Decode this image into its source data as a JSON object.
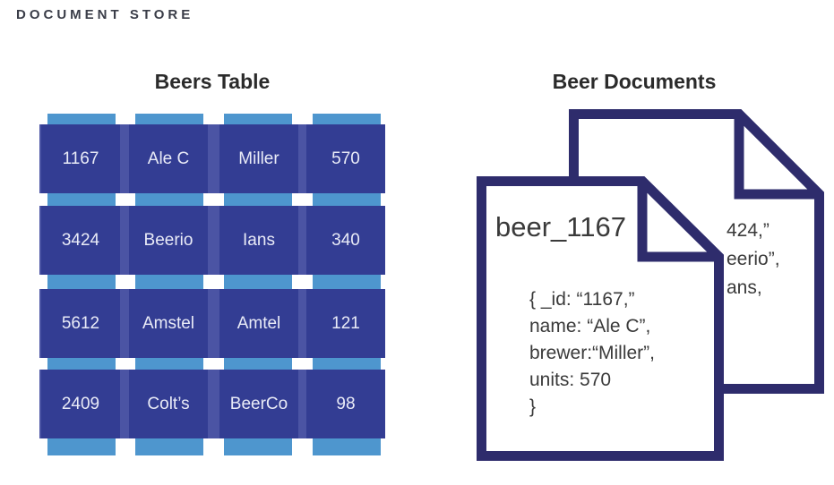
{
  "title": "DOCUMENT STORE",
  "colors": {
    "strip_blue": "#4e96ce",
    "band_indigo": "#4b54a4",
    "cell_navy": "#333d93",
    "doc_border_navy": "#2e2c6c"
  },
  "table": {
    "heading": "Beers Table",
    "rows": [
      {
        "cells": [
          "1167",
          "Ale C",
          "Miller",
          "570"
        ]
      },
      {
        "cells": [
          "3424",
          "Beerio",
          "Ians",
          "340"
        ]
      },
      {
        "cells": [
          "5612",
          "Amstel",
          "Amtel",
          "121"
        ]
      },
      {
        "cells": [
          "2409",
          "Colt’s",
          "BeerCo",
          "98"
        ]
      }
    ]
  },
  "documents": {
    "heading": "Beer Documents",
    "front": {
      "title": "beer_1167",
      "body_lines": [
        "{ _id: “1167,”",
        "name: “Ale C”,",
        "brewer:“Miller”,",
        "units: 570",
        "}"
      ]
    },
    "back": {
      "visible_lines": [
        "424,”",
        "eerio”,",
        "ans,"
      ]
    }
  }
}
